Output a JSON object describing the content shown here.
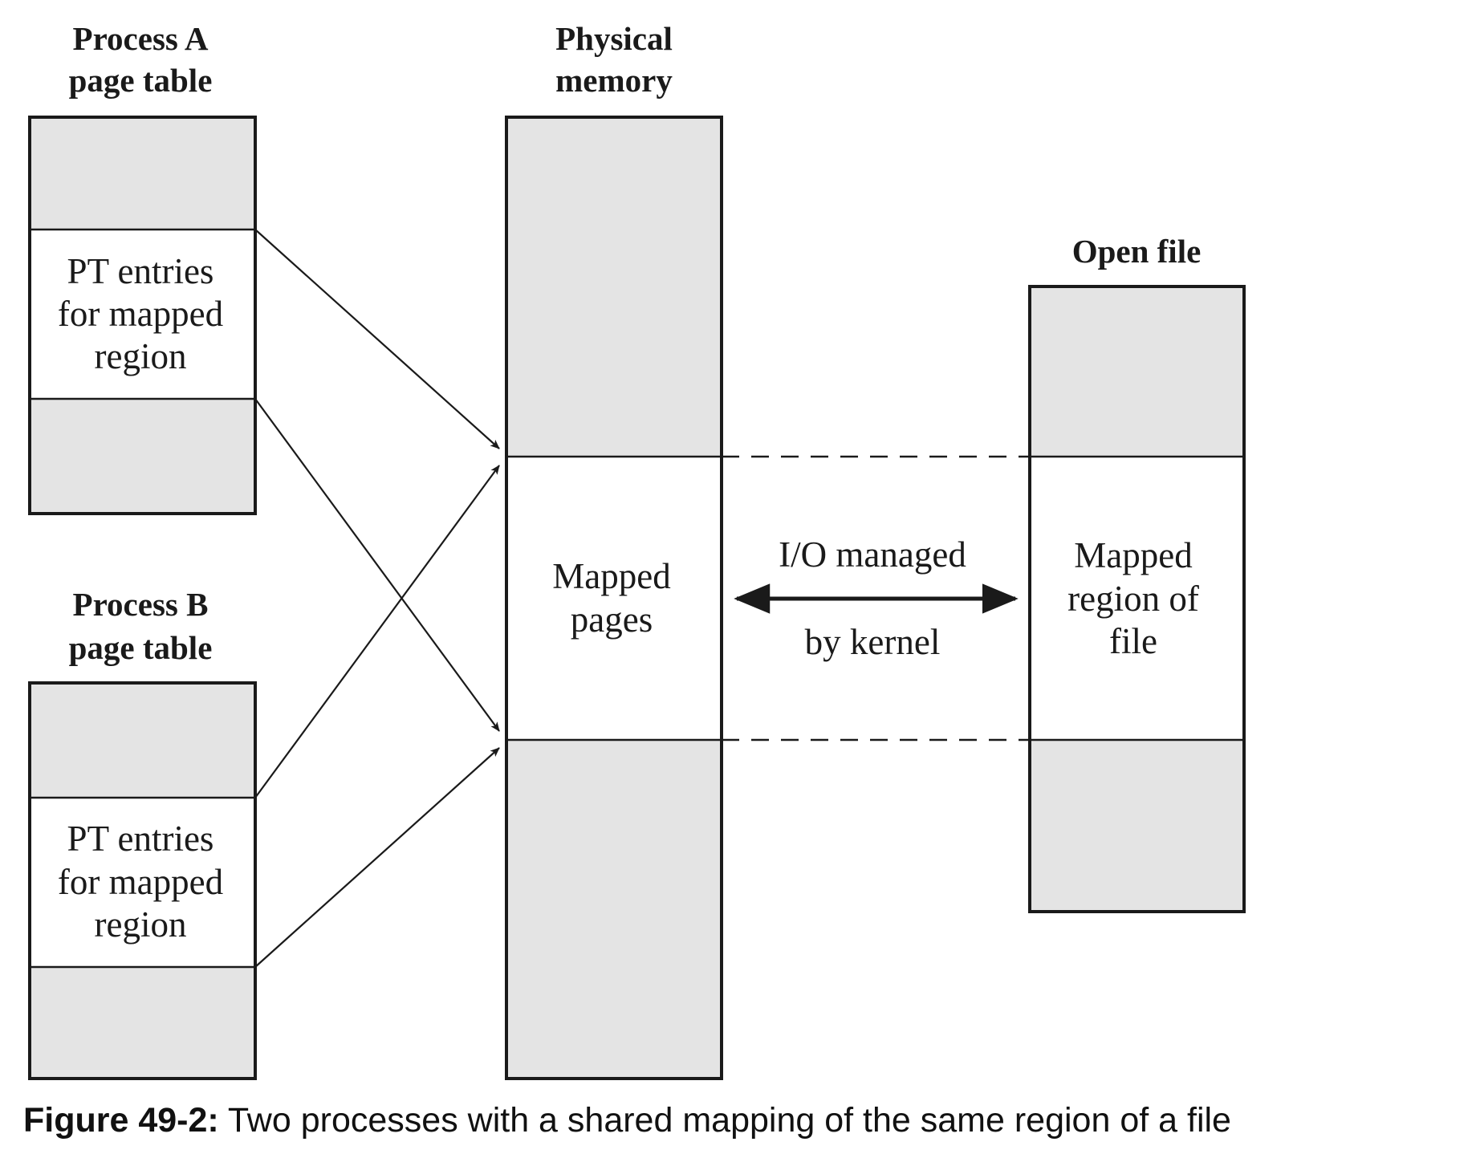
{
  "process_a": {
    "heading_line1": "Process A",
    "heading_line2": "page table",
    "region_line1": "PT entries",
    "region_line2": "for mapped",
    "region_line3": "region"
  },
  "process_b": {
    "heading_line1": "Process B",
    "heading_line2": "page table",
    "region_line1": "PT entries",
    "region_line2": "for mapped",
    "region_line3": "region"
  },
  "physical_memory": {
    "heading_line1": "Physical",
    "heading_line2": "memory",
    "region_line1": "Mapped",
    "region_line2": "pages"
  },
  "open_file": {
    "heading": "Open file",
    "region_line1": "Mapped",
    "region_line2": "region of",
    "region_line3": "file"
  },
  "io_link": {
    "label_line1": "I/O managed",
    "label_line2": "by kernel"
  },
  "caption": {
    "label": "Figure 49-2:",
    "text": " Two processes with a shared mapping of the same region of a file"
  },
  "colors": {
    "shaded": "#e4e4e4",
    "ink": "#1a1a1a"
  }
}
